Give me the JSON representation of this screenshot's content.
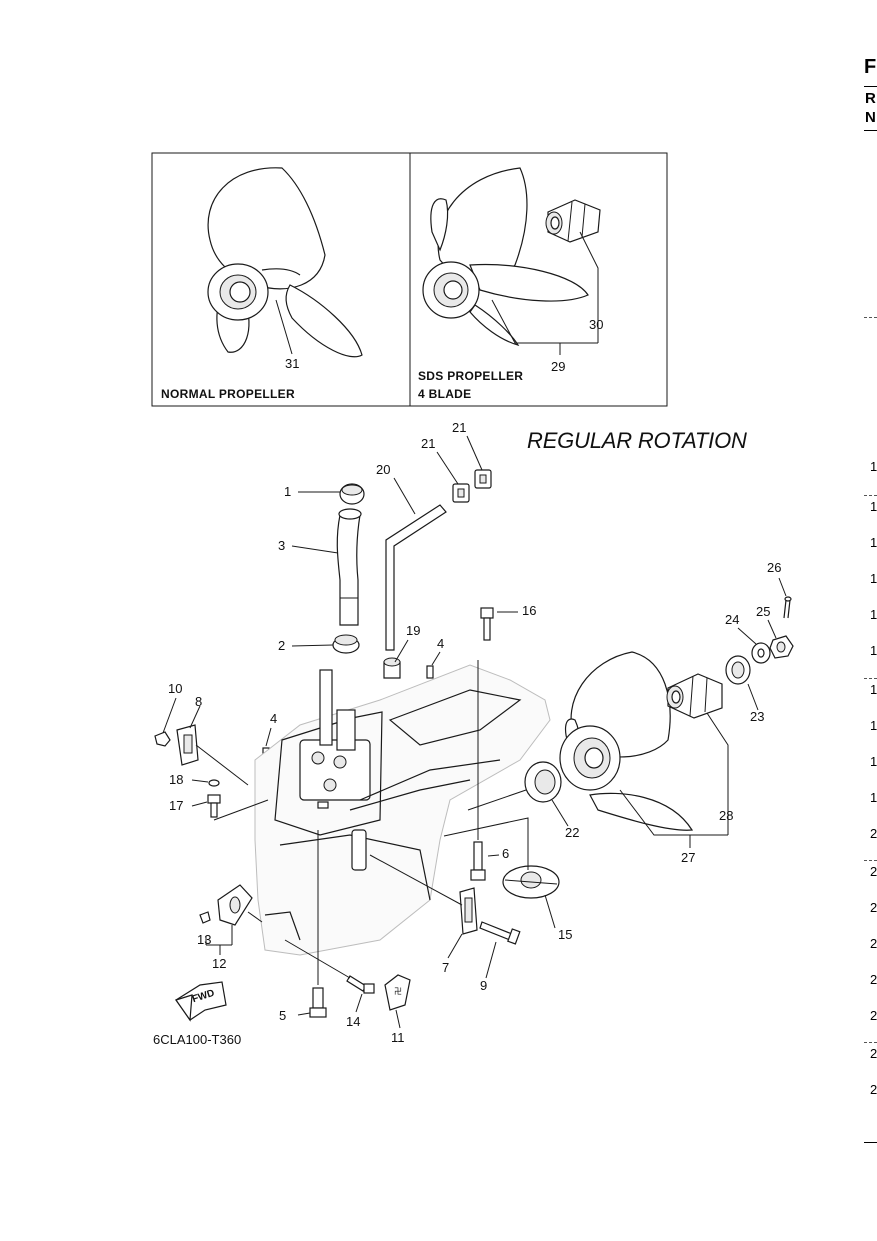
{
  "header_edge": {
    "line1": "F",
    "line2": "R",
    "line3": "N"
  },
  "inset": {
    "normal_label": "NORMAL PROPELLER",
    "sds_label_1": "SDS PROPELLER",
    "sds_label_2": "4 BLADE",
    "callouts": {
      "c31": "31",
      "c30": "30",
      "c29": "29"
    }
  },
  "main": {
    "title": "REGULAR ROTATION",
    "fwd_text": "FWD",
    "drawing_code": "6CLA100-T360",
    "callouts": {
      "c1": "1",
      "c2": "2",
      "c3": "3",
      "c4a": "4",
      "c4b": "4",
      "c5": "5",
      "c6": "6",
      "c7": "7",
      "c8": "8",
      "c9": "9",
      "c10": "10",
      "c11": "11",
      "c12": "12",
      "c13": "13",
      "c14": "14",
      "c15": "15",
      "c16": "16",
      "c17": "17",
      "c18": "18",
      "c19": "19",
      "c20": "20",
      "c21a": "21",
      "c21b": "21",
      "c22": "22",
      "c23": "23",
      "c24": "24",
      "c25": "25",
      "c26": "26",
      "c27": "27",
      "c28": "28"
    }
  },
  "right_edge_numbers": [
    "1",
    "1",
    "1",
    "1",
    "1",
    "1",
    "1",
    "1",
    "1",
    "1",
    "2",
    "2",
    "2",
    "2",
    "2",
    "2",
    "2",
    "2"
  ]
}
